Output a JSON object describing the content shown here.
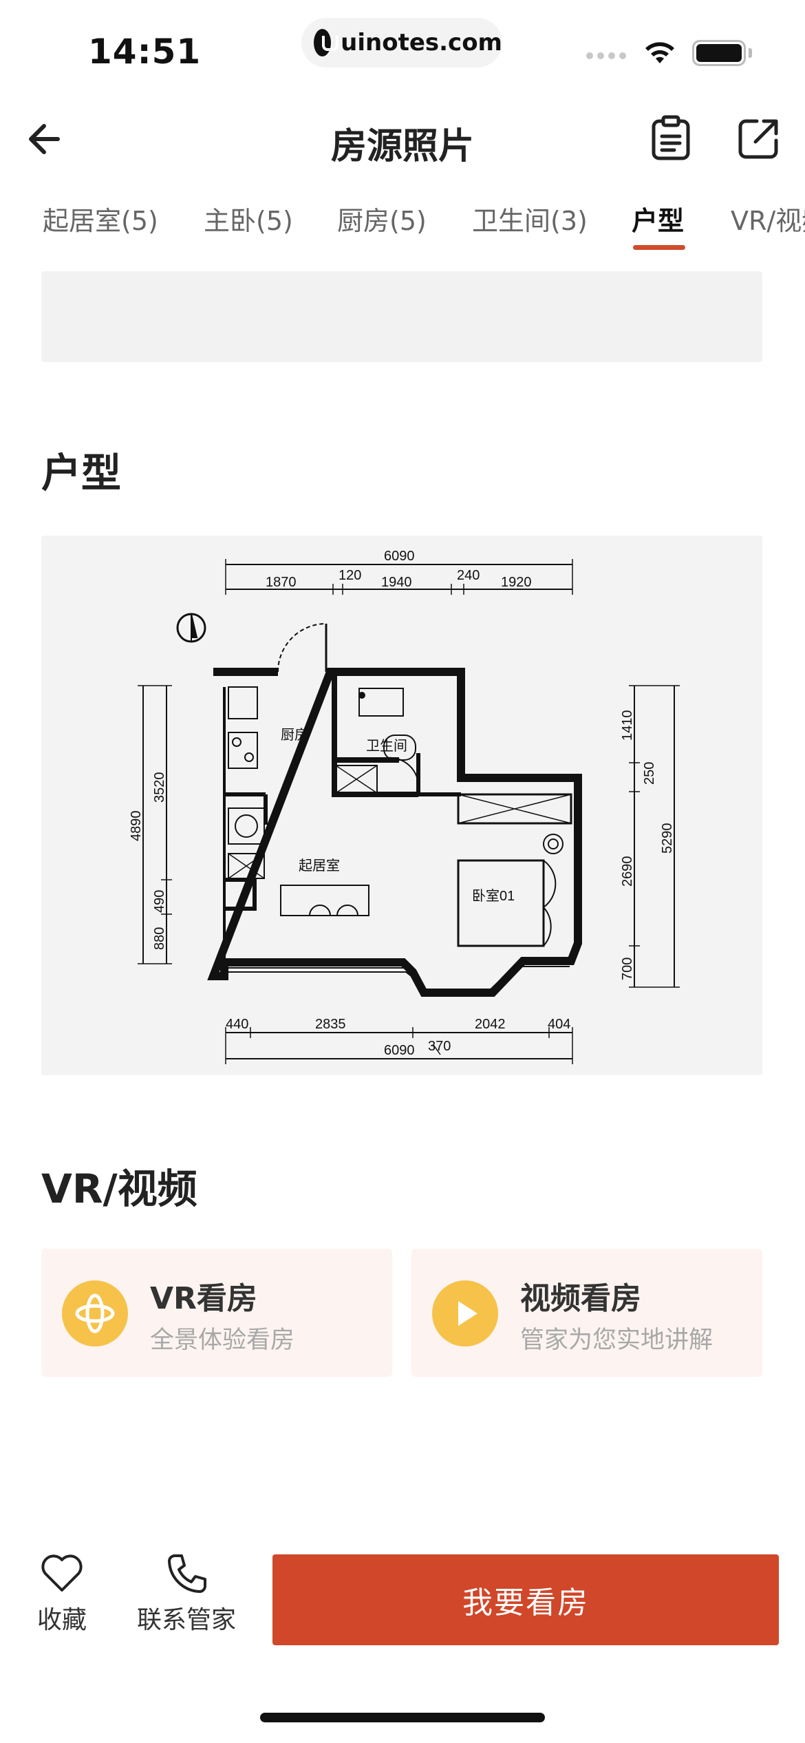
{
  "status_bar": {
    "time": "14:51",
    "url": "uinotes.com"
  },
  "nav": {
    "title": "房源照片",
    "back_icon": "arrow-left-icon",
    "list_icon": "clipboard-list-icon",
    "share_icon": "external-share-icon"
  },
  "tabs": [
    {
      "label": "起居室(5)",
      "active": false
    },
    {
      "label": "主卧(5)",
      "active": false
    },
    {
      "label": "厨房(5)",
      "active": false
    },
    {
      "label": "卫生间(3)",
      "active": false
    },
    {
      "label": "户型",
      "active": true
    },
    {
      "label": "VR/视频",
      "active": false
    }
  ],
  "floorplan_section": {
    "title": "户型",
    "plan": {
      "rooms": [
        "厨房",
        "卫生间",
        "起居室",
        "卧室01"
      ],
      "top_total": "6090",
      "top_dims": [
        "1870",
        "120",
        "1940",
        "240",
        "1920"
      ],
      "bottom_dims": [
        "440",
        "2835",
        "2042",
        "404"
      ],
      "bottom_total": "6090",
      "bottom_extra": "370",
      "left_dims": [
        "4890",
        "3520",
        "490",
        "880"
      ],
      "right_dims": [
        "1410",
        "250",
        "5290",
        "2690",
        "700"
      ]
    }
  },
  "vr_section": {
    "title": "VR/视频",
    "cards": [
      {
        "title": "VR看房",
        "subtitle": "全景体验看房",
        "icon": "vr-orbit-icon"
      },
      {
        "title": "视频看房",
        "subtitle": "管家为您实地讲解",
        "icon": "play-icon"
      }
    ]
  },
  "bottom_bar": {
    "favorite_label": "收藏",
    "favorite_icon": "heart-icon",
    "contact_label": "联系管家",
    "contact_icon": "phone-icon",
    "cta_label": "我要看房"
  },
  "colors": {
    "accent": "#d0472a",
    "icon_yellow": "#f6c24a",
    "card_bg": "#fdf4f1"
  }
}
